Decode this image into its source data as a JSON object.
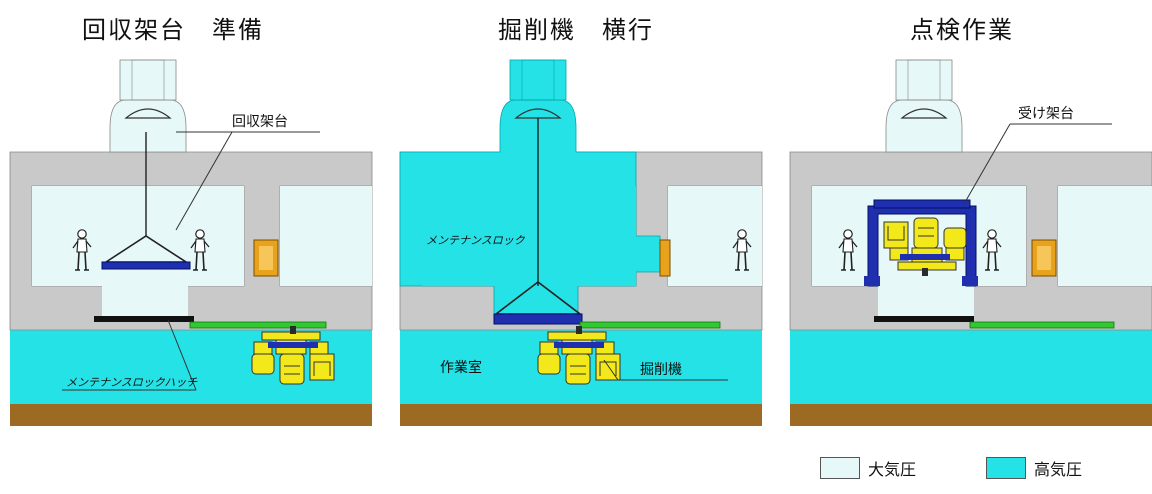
{
  "titles": {
    "panel1": "回収架台　準備",
    "panel2": "掘削機　横行",
    "panel3": "点検作業"
  },
  "labels": {
    "recovery_stand": "回収架台",
    "maintenance_lock_hatch": "メンテナンスロックハッチ",
    "maintenance_lock": "メンテナンスロック",
    "work_room": "作業室",
    "excavator": "掘削機",
    "receiving_stand": "受け架台"
  },
  "legend": {
    "atmospheric": "大気圧",
    "high_pressure": "高気圧"
  },
  "colors": {
    "atmospheric": "#e6f8f8",
    "high_pressure": "#24e2e6",
    "concrete": "#c9c9c9",
    "ground": "#9c6a22",
    "stand": "#1f2fb0",
    "machine": "#f2e81a",
    "green_rail": "#32c832",
    "orange_door": "#e8a21c"
  }
}
